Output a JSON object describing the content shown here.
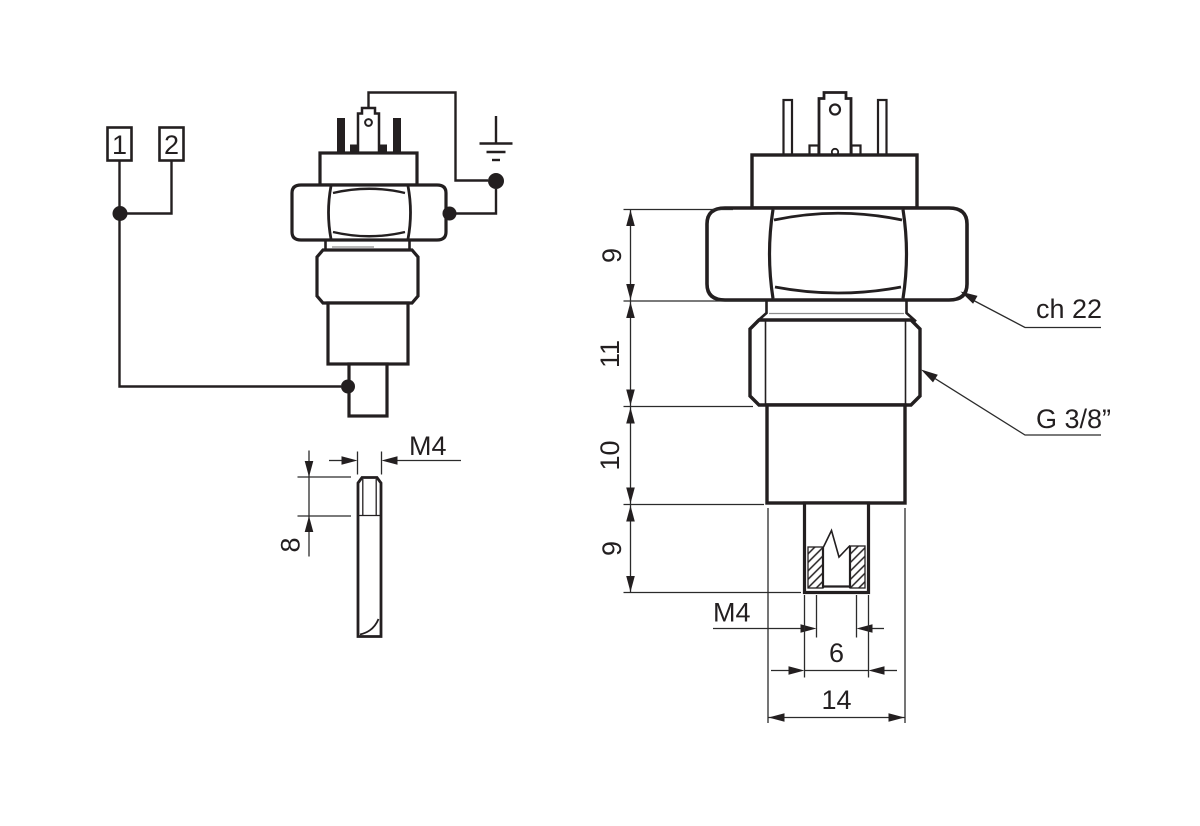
{
  "schematic": {
    "terminal_1": "1",
    "terminal_2": "2"
  },
  "stud_detail": {
    "thread_label": "M4",
    "length_label": "8"
  },
  "side_view": {
    "dim_hex_height": "9",
    "dim_thread_length": "11",
    "dim_body_length": "10",
    "dim_stem_length": "9",
    "dim_stud_thread": "M4",
    "dim_stem_width": "6",
    "dim_body_width": "14",
    "callout_wrench": "ch 22",
    "callout_pipe_thread": "G 3/8”"
  },
  "colors": {
    "line": "#231f20",
    "thin": "#2b2b2b",
    "gray": "#8e8e8e",
    "background": "#ffffff"
  }
}
